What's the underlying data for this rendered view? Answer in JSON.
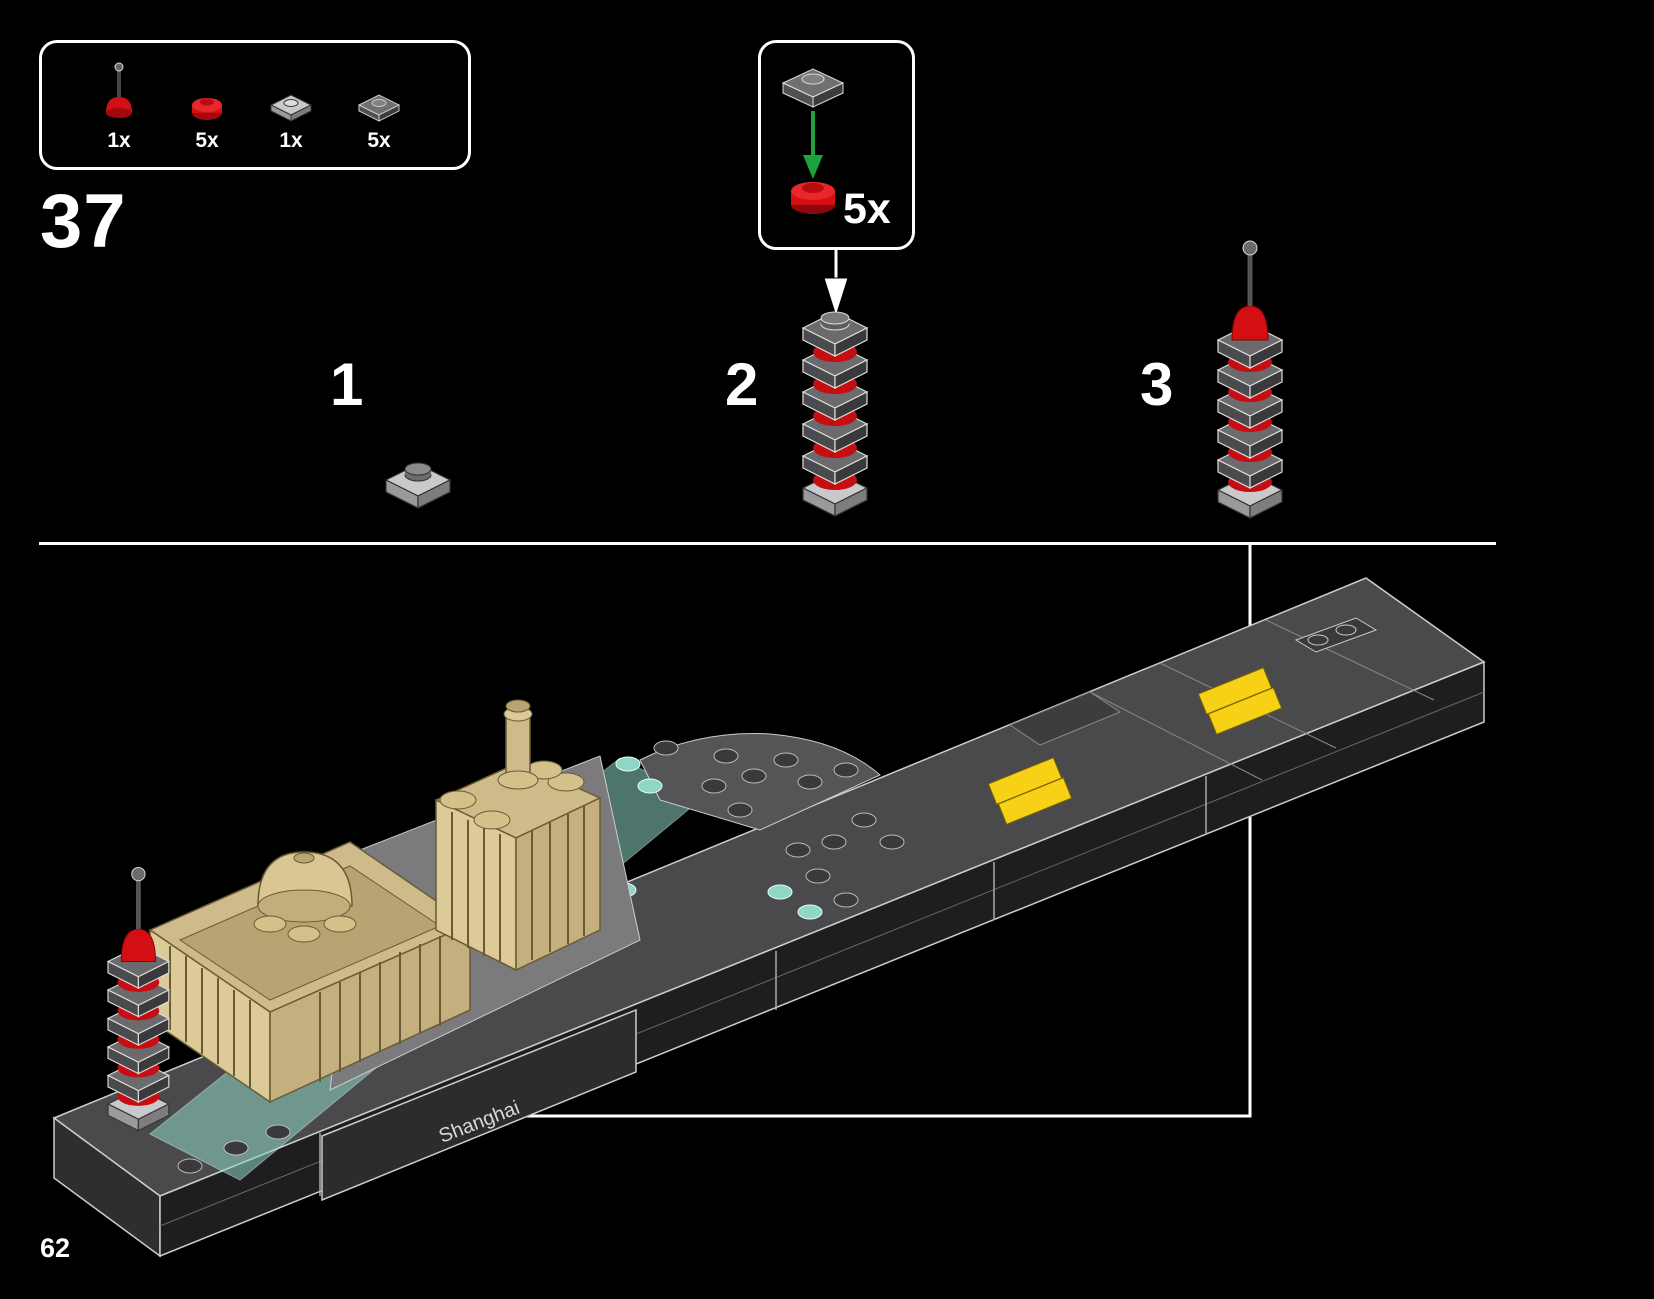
{
  "parts_list": [
    {
      "icon": "antenna-on-red-dome-icon",
      "qty": "1x"
    },
    {
      "icon": "red-round-plate-icon",
      "qty": "5x"
    },
    {
      "icon": "light-gray-plate-icon",
      "qty": "1x"
    },
    {
      "icon": "dark-gray-plate-icon",
      "qty": "5x"
    }
  ],
  "step_number": "37",
  "substeps": [
    "1",
    "2",
    "3"
  ],
  "callout": {
    "qty": "5x"
  },
  "model_label": "Shanghai",
  "page_number": "62",
  "colors": {
    "background": "#000000",
    "red": "#d40f14",
    "dark_gray": "#5a5a5c",
    "light_gray": "#a9a9ab",
    "tan": "#d8c9a0",
    "trans_light_blue": "#a7e3d4",
    "yellow": "#f6d116",
    "arrow_green": "#1ea33c"
  }
}
